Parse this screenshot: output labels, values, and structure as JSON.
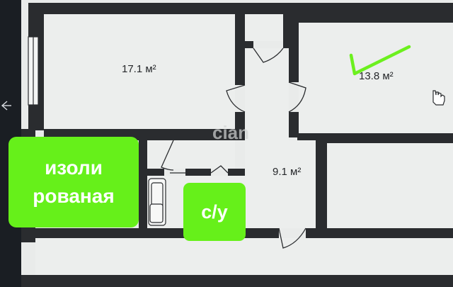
{
  "rooms": [
    {
      "id": "room-1",
      "area": "17.1 м²"
    },
    {
      "id": "room-2",
      "area": "13.8 м²"
    },
    {
      "id": "hall",
      "area": "9.1 м²"
    }
  ],
  "badges": {
    "isolated_line1": "изоли",
    "isolated_line2": "рованая",
    "bathroom": "с/у"
  },
  "watermark": "cian",
  "colors": {
    "background": "#1a1e23",
    "room_fill": "#e9ebea",
    "wall": "#2a2c2f",
    "badge": "#66f01a",
    "badge_text": "#ffffff",
    "checkmark": "#6cf01e"
  }
}
